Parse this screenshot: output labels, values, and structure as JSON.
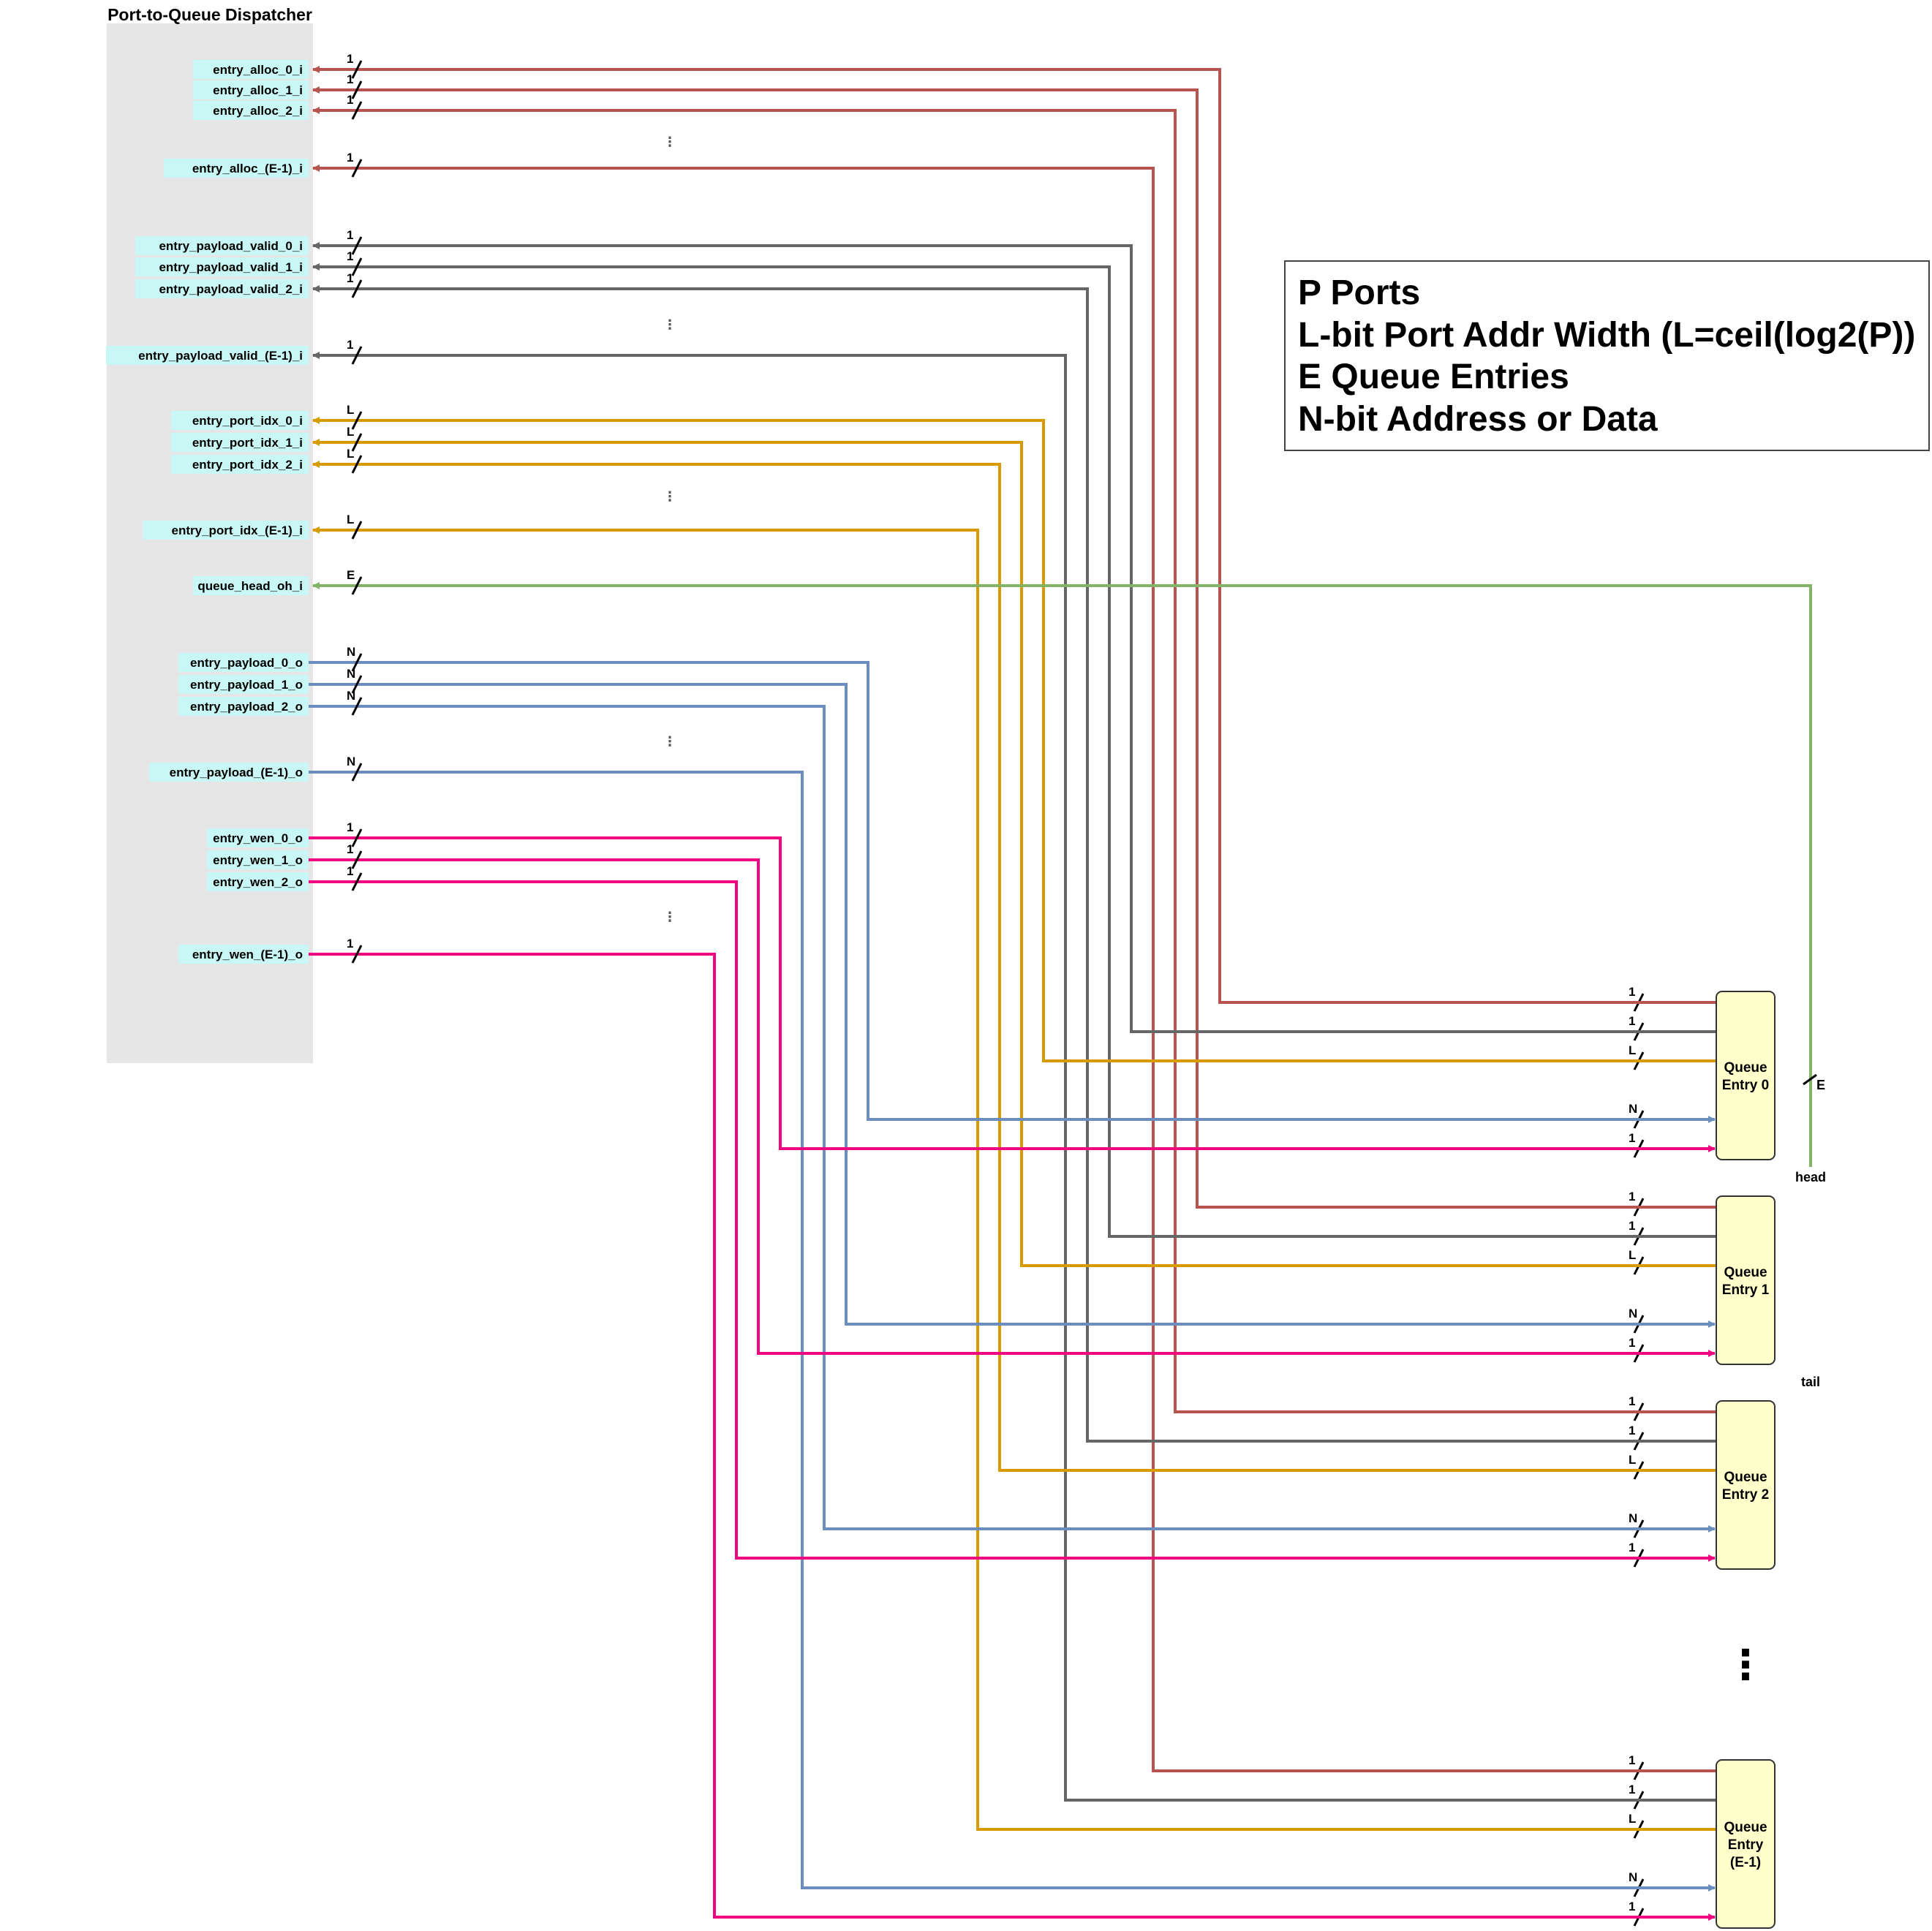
{
  "dispatcher": {
    "title": "Port-to-Queue Dispatcher",
    "ellipsis": "⋮"
  },
  "legend": {
    "lines": [
      "P Ports",
      "L-bit Port Addr Width (L=ceil(log2(P))",
      "E Queue Entries",
      "N-bit Address or Data"
    ]
  },
  "colors": {
    "alloc": "#b85450",
    "payload_valid": "#666666",
    "port_idx": "#d79b00",
    "queue_head": "#82b366",
    "payload": "#6c8ebf",
    "wen": "#f0047f",
    "port_label_bg": "#c9f7f5",
    "dispatcher_bg": "#e6e6e6",
    "entry_fill": "#ffffcc"
  },
  "groups": [
    {
      "key": "alloc",
      "width": "1",
      "dir": "in",
      "ports": [
        "entry_alloc_0_i",
        "entry_alloc_1_i",
        "entry_alloc_2_i",
        "entry_alloc_(E-1)_i"
      ]
    },
    {
      "key": "payload_valid",
      "width": "1",
      "dir": "in",
      "ports": [
        "entry_payload_valid_0_i",
        "entry_payload_valid_1_i",
        "entry_payload_valid_2_i",
        "entry_payload_valid_(E-1)_i"
      ]
    },
    {
      "key": "port_idx",
      "width": "L",
      "dir": "in",
      "ports": [
        "entry_port_idx_0_i",
        "entry_port_idx_1_i",
        "entry_port_idx_2_i",
        "entry_port_idx_(E-1)_i"
      ]
    },
    {
      "key": "queue_head",
      "width": "E",
      "dir": "in",
      "ports": [
        "queue_head_oh_i"
      ]
    },
    {
      "key": "payload",
      "width": "N",
      "dir": "out",
      "ports": [
        "entry_payload_0_o",
        "entry_payload_1_o",
        "entry_payload_2_o",
        "entry_payload_(E-1)_o"
      ]
    },
    {
      "key": "wen",
      "width": "1",
      "dir": "out",
      "ports": [
        "entry_wen_0_o",
        "entry_wen_1_o",
        "entry_wen_2_o",
        "entry_wen_(E-1)_o"
      ]
    }
  ],
  "queue_entries": [
    {
      "label": [
        "Queue",
        "Entry 0"
      ]
    },
    {
      "label": [
        "Queue",
        "Entry 1"
      ]
    },
    {
      "label": [
        "Queue",
        "Entry 2"
      ]
    },
    {
      "label": [
        "Queue",
        "Entry",
        "(E-1)"
      ]
    }
  ],
  "entry_ellipsis": "⋮",
  "head_label": "head",
  "tail_label": "tail",
  "head_bus_width": "E"
}
